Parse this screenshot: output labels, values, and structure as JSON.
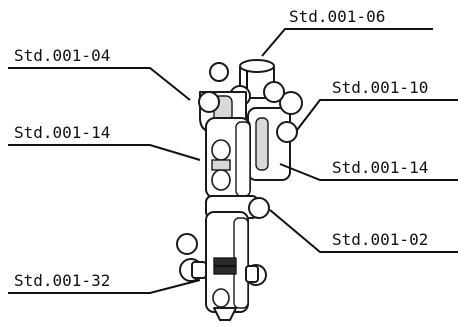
{
  "callouts": {
    "top_right": "Std.001-06",
    "left_top": "Std.001-04",
    "right_upper": "Std.001-10",
    "left_middle": "Std.001-14",
    "right_middle": "Std.001-14",
    "right_lower": "Std.001-02",
    "left_bottom": "Std.001-32"
  }
}
